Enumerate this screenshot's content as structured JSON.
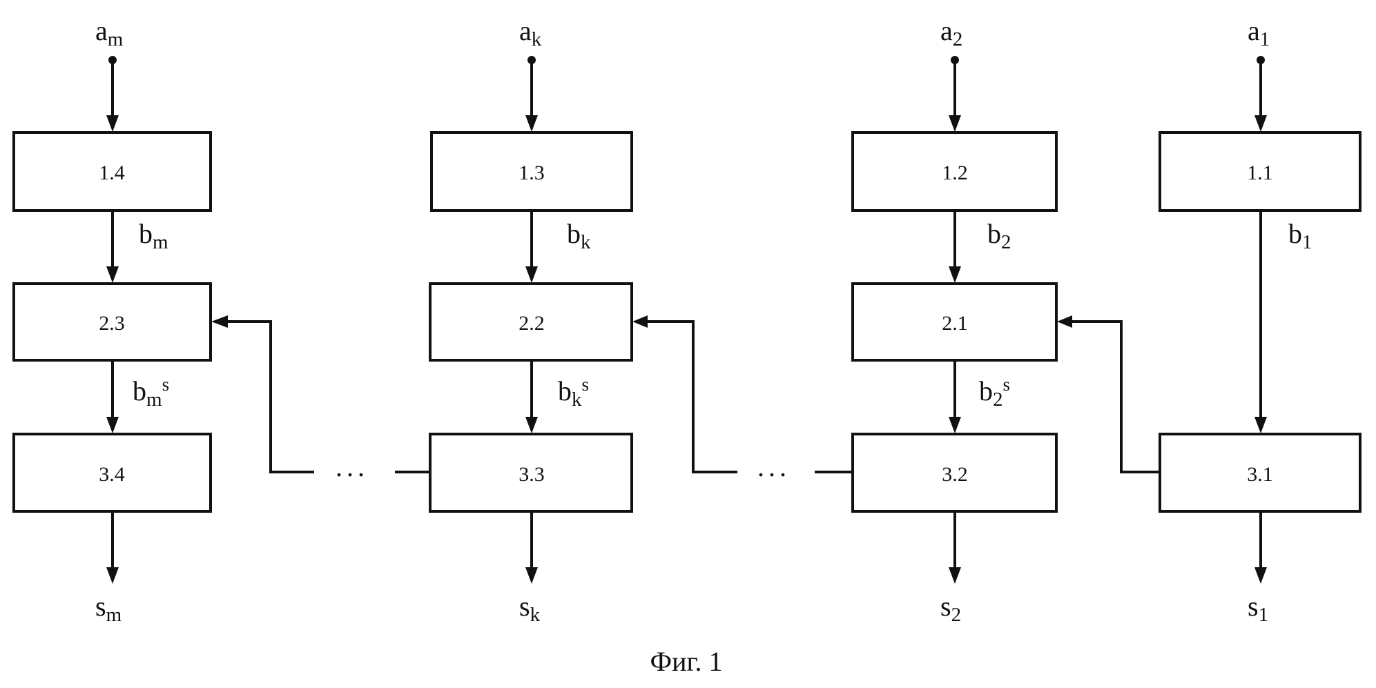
{
  "columns": [
    {
      "id": "m",
      "input": {
        "base": "a",
        "sub": "m"
      },
      "blocks": [
        "1.4",
        "2.3",
        "3.4"
      ],
      "b": {
        "base": "b",
        "sub": "m"
      },
      "bs": {
        "base": "b",
        "sub": "m",
        "sup": "s"
      },
      "output": {
        "base": "s",
        "sub": "m"
      }
    },
    {
      "id": "k",
      "input": {
        "base": "a",
        "sub": "k"
      },
      "blocks": [
        "1.3",
        "2.2",
        "3.3"
      ],
      "b": {
        "base": "b",
        "sub": "k"
      },
      "bs": {
        "base": "b",
        "sub": "k",
        "sup": "s"
      },
      "output": {
        "base": "s",
        "sub": "k"
      }
    },
    {
      "id": "2",
      "input": {
        "base": "a",
        "sub": "2"
      },
      "blocks": [
        "1.2",
        "2.1",
        "3.2"
      ],
      "b": {
        "base": "b",
        "sub": "2"
      },
      "bs": {
        "base": "b",
        "sub": "2",
        "sup": "s"
      },
      "output": {
        "base": "s",
        "sub": "2"
      }
    },
    {
      "id": "1",
      "input": {
        "base": "a",
        "sub": "1"
      },
      "blocks": [
        "1.1",
        "3.1"
      ],
      "b": {
        "base": "b",
        "sub": "1"
      },
      "output": {
        "base": "s",
        "sub": "1"
      }
    }
  ],
  "feedback": [
    {
      "from": "3.3",
      "to": "2.3",
      "ellipsis": "..."
    },
    {
      "from": "3.2",
      "to": "2.2",
      "ellipsis": "..."
    },
    {
      "from": "3.1",
      "to": "2.1"
    }
  ],
  "caption": "Фиг. 1"
}
